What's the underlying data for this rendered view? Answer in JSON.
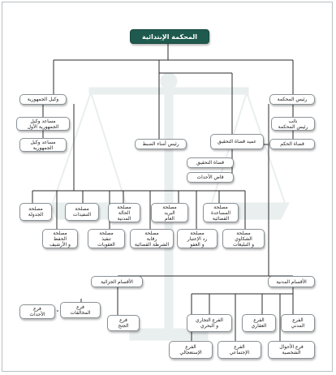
{
  "title": "المحكمة الإبتدائية",
  "nodes": {
    "court_president": "رئيس المحكمة",
    "prosecutor": "وكيل الجمهورية",
    "vice_president": "نائب\nرئيس المحكمة",
    "first_assistant": "مساعد وكيل\nالجمهورية الأول",
    "assistant": "مساعد وكيل\nالجمهورية",
    "chief_clerk": "رئيس أمناء الضبط",
    "investigation_dean": "عميد قضاة التحقيق",
    "judges": "قضاة الحكم",
    "investigation_judges": "قضاة التحقيق",
    "juvenile_judge": "قاض الأحداث",
    "svc_scheduling": "مصلحة\nالجدولة",
    "svc_archive": "مصلحة\nالحفظ\nو الأرشيف",
    "svc_notifications": "مصلحة\nالتنفيذات",
    "svc_sentences": "مصلحة\nتنفيذ\nالعقوبات",
    "svc_civil_status": "مصلحة\nالحالة\nالمدنية",
    "svc_police": "مصلحة\nرقابة\nالشرطة القضائية",
    "svc_public_mail": "مصلحة\nالبريد\nالعام",
    "svc_detention": "مصلحة\nرد الإعتبار\nو العفو",
    "svc_legal_aid": "مصلحة\nالمساعدة\nالقضائية",
    "svc_complaints": "مصلحة\nالشكاوي\nو التبليغات",
    "criminal_sections": "الأقسام الجزائية",
    "civil_sections": "الأقسام المدنية",
    "juvenile_branch": "فرع\nالأحداث",
    "violations_branch": "فرع\nالمخالفات",
    "misdemeanor_branch": "فرع\nالجنح",
    "commercial_maritime": "الفرع التجاري\nو البحري",
    "real_estate": "الفرع\nالعقاري",
    "civil_branch": "الفرع\nالمدني",
    "urgent_branch": "الفرع\nالإستعجالي",
    "social_branch": "الفرع\nالإجتماعي",
    "personal_status": "فرع الأحوال\nالشخصية"
  },
  "colors": {
    "title_bg": "#1f5a4f",
    "line": "#2b2b2b",
    "watermark": "#e7ecec"
  }
}
